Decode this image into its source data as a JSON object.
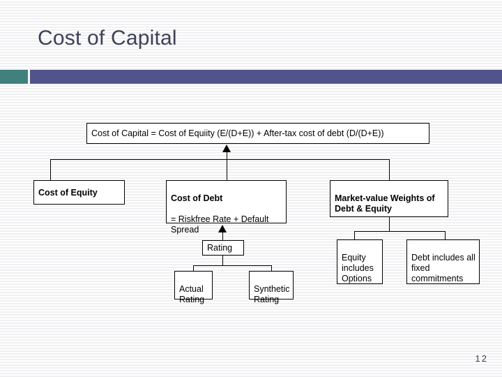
{
  "slide": {
    "title": "Cost of Capital",
    "page_number": "12",
    "colors": {
      "title_text": "#3c4058",
      "accent_block": "#40807d",
      "header_bar": "#51548c",
      "diagram_line": "#000000",
      "background": "#ffffff",
      "stripe": "#f0f0f2"
    }
  },
  "diagram": {
    "type": "flowchart",
    "nodes": {
      "formula": {
        "text": "Cost of Capital = Cost of Equiity (E/(D+E)) + After-tax cost of debt (D/(D+E))"
      },
      "cost_of_equity": {
        "text": "Cost of Equity"
      },
      "cost_of_debt": {
        "heading": "Cost of Debt",
        "body": "= Riskfree Rate + Default Spread"
      },
      "market_value_weights": {
        "text": "Market-value Weights of Debt & Equity"
      },
      "rating": {
        "text": "Rating"
      },
      "actual_rating": {
        "text": "Actual Rating"
      },
      "synthetic_rating": {
        "text": "Synthetic Rating"
      },
      "equity_includes_options": {
        "text": "Equity includes Options"
      },
      "debt_includes_commitments": {
        "text": "Debt includes all fixed commitments"
      }
    }
  }
}
